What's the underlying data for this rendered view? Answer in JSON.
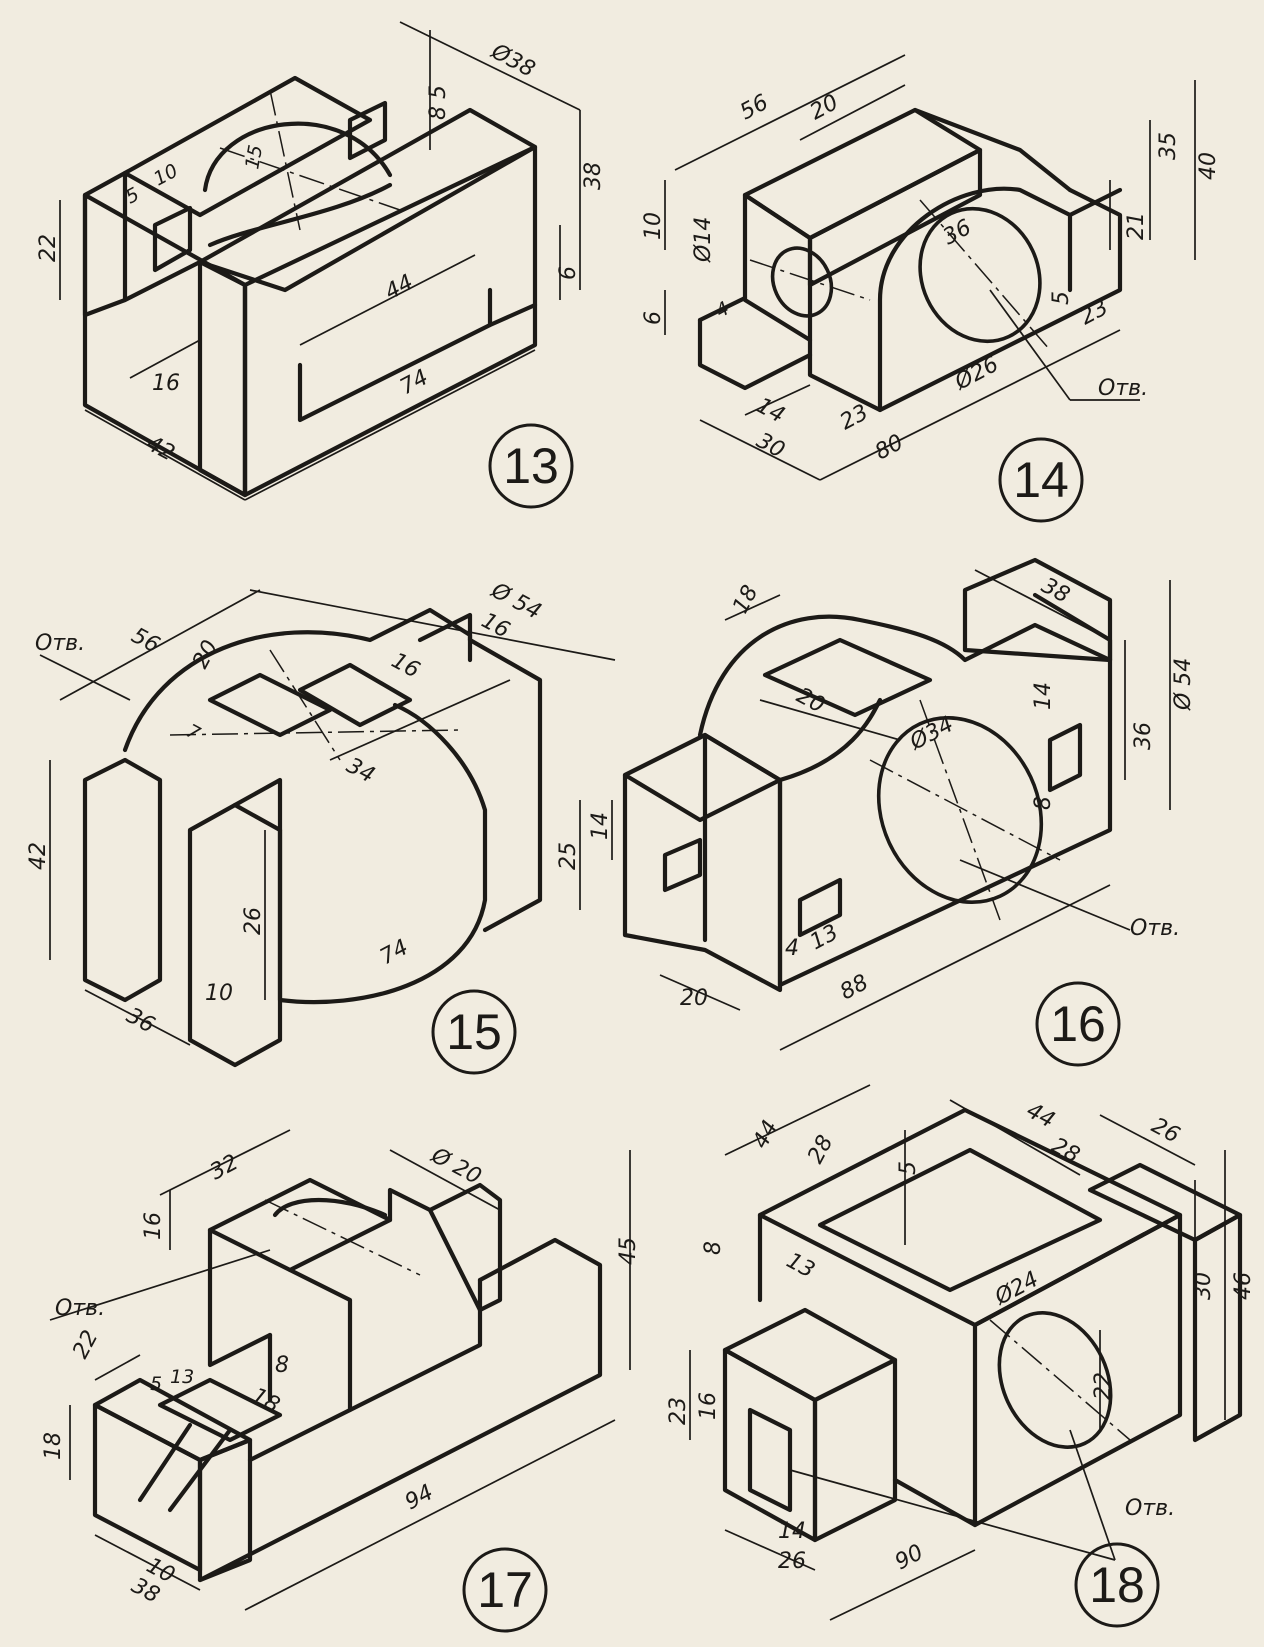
{
  "figures": [
    {
      "number": "13",
      "dims": {
        "d38": "Ø38",
        "h38": "38",
        "h22": "22",
        "w16": "16",
        "w42": "42",
        "l74": "74",
        "l44": "44",
        "s6": "6",
        "s5": "5",
        "s8": "8 5",
        "s10": "10",
        "s5b": "5",
        "s15": "15"
      }
    },
    {
      "number": "14",
      "dims": {
        "l56": "56",
        "l20": "20",
        "h35": "35",
        "h40": "40",
        "h21": "21",
        "h10": "10",
        "d14": "Ø14",
        "h6": "6",
        "h4": "4",
        "w14": "14",
        "w30": "30",
        "w23": "23",
        "l80": "80",
        "d26": "Ø26",
        "d36": "36",
        "h5": "5",
        "w23b": "23",
        "hole": "Отв."
      }
    },
    {
      "number": "15",
      "dims": {
        "hole": "Отв.",
        "l56": "56",
        "d54": "Ø 54",
        "w16a": "16",
        "w16b": "16",
        "w20": "20",
        "w7": "7",
        "w34": "34",
        "h42": "42",
        "h26": "26",
        "w10": "10",
        "w36": "36",
        "l74": "74"
      }
    },
    {
      "number": "16",
      "dims": {
        "w18": "18",
        "w38": "38",
        "w20a": "20",
        "d34": "Ø34",
        "h14a": "14",
        "h36": "36",
        "d54": "Ø 54",
        "h8": "8",
        "h25": "25",
        "h14b": "14",
        "w4": "4",
        "w13": "13",
        "w20b": "20",
        "l88": "88",
        "hole": "Отв."
      }
    },
    {
      "number": "17",
      "dims": {
        "w32": "32",
        "d20": "Ø 20",
        "h16": "16",
        "h45": "45",
        "hole": "Отв.",
        "w8": "8",
        "w22": "22",
        "w5": "5",
        "w13": "13",
        "w18": "18",
        "h18": "18",
        "w10": "10",
        "w38": "38",
        "l94": "94"
      }
    },
    {
      "number": "18",
      "dims": {
        "w44a": "44",
        "w44b": "44",
        "w26": "26",
        "w28a": "28",
        "w28b": "28",
        "h5": "5",
        "h8": "8",
        "w13": "13",
        "h30": "30",
        "h46": "46",
        "d24": "Ø24",
        "h22": "22",
        "h23": "23",
        "h16": "16",
        "w14": "14",
        "w26b": "26",
        "l90": "90",
        "hole": "Отв."
      }
    }
  ],
  "colors": {
    "paper": "#f1ece0",
    "ink": "#1c1a17"
  }
}
